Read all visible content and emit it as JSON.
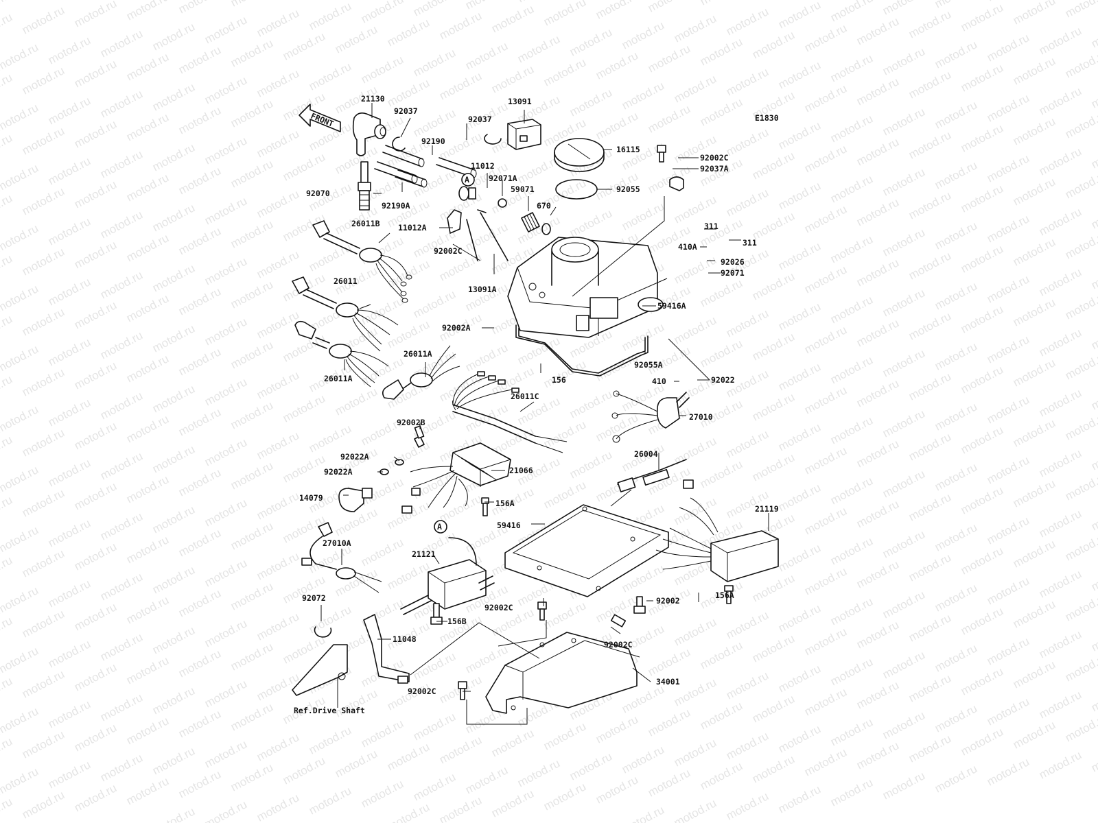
{
  "diagram": {
    "code": "E1830",
    "front_label": "FRONT",
    "ref_label": "Ref.Drive Shaft",
    "watermark": "motod.ru",
    "callouts": [
      "A",
      "A"
    ],
    "parts": [
      {
        "id": "21130"
      },
      {
        "id": "92037"
      },
      {
        "id": "92037"
      },
      {
        "id": "13091"
      },
      {
        "id": "92190"
      },
      {
        "id": "11012"
      },
      {
        "id": "16115"
      },
      {
        "id": "92002C"
      },
      {
        "id": "92070"
      },
      {
        "id": "92190A"
      },
      {
        "id": "92071A"
      },
      {
        "id": "59071"
      },
      {
        "id": "92055"
      },
      {
        "id": "92037A"
      },
      {
        "id": "670"
      },
      {
        "id": "26011B"
      },
      {
        "id": "11012A"
      },
      {
        "id": "311"
      },
      {
        "id": "311"
      },
      {
        "id": "410A"
      },
      {
        "id": "92026"
      },
      {
        "id": "92071"
      },
      {
        "id": "92002C"
      },
      {
        "id": "13091A"
      },
      {
        "id": "26011"
      },
      {
        "id": "59416A"
      },
      {
        "id": "92002A"
      },
      {
        "id": "92055A"
      },
      {
        "id": "26011A"
      },
      {
        "id": "156"
      },
      {
        "id": "410"
      },
      {
        "id": "92022"
      },
      {
        "id": "26011A"
      },
      {
        "id": "26011C"
      },
      {
        "id": "27010"
      },
      {
        "id": "92002B"
      },
      {
        "id": "92022A"
      },
      {
        "id": "92022A"
      },
      {
        "id": "21066"
      },
      {
        "id": "26004"
      },
      {
        "id": "14079"
      },
      {
        "id": "156A"
      },
      {
        "id": "59416"
      },
      {
        "id": "21119"
      },
      {
        "id": "27010A"
      },
      {
        "id": "21121"
      },
      {
        "id": "92002C"
      },
      {
        "id": "92002"
      },
      {
        "id": "156A"
      },
      {
        "id": "92072"
      },
      {
        "id": "156B"
      },
      {
        "id": "92002C"
      },
      {
        "id": "11048"
      },
      {
        "id": "34001"
      },
      {
        "id": "92002C"
      }
    ]
  }
}
